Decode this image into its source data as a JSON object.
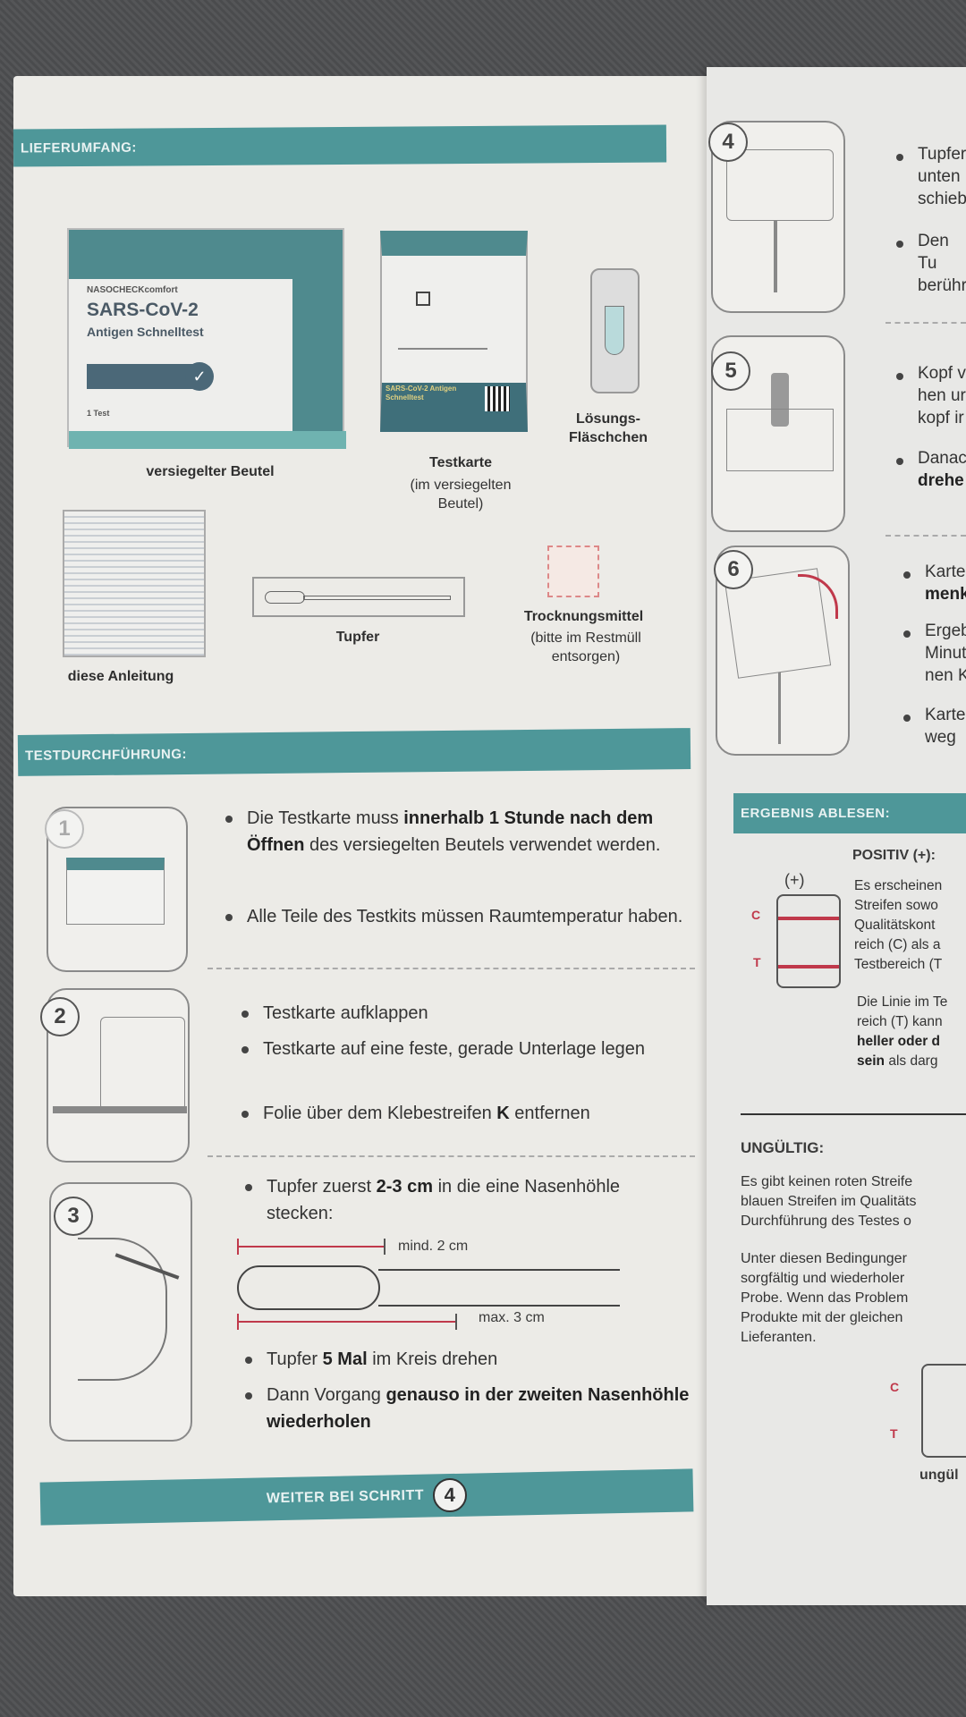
{
  "lieferumfang": {
    "heading": "LIEFERUMFANG:",
    "pouch": {
      "brand": "NASOCHECKcomfort",
      "title": "SARS-CoV-2",
      "subtitle": "Antigen Schnelltest",
      "count": "1 Test",
      "label": "versiegelter Beutel"
    },
    "card": {
      "label": "Testkarte",
      "sub": "(im versiegelten Beutel)",
      "card_text": "SARS-CoV-2 Antigen Schnelltest"
    },
    "vial": {
      "label": "Lösungs- Fläschchen"
    },
    "leaflet": {
      "label": "diese Anleitung"
    },
    "swab": {
      "label": "Tupfer"
    },
    "desiccant": {
      "label": "Trocknungsmittel",
      "sub": "(bitte im Restmüll entsorgen)"
    }
  },
  "testdurchfuehrung": {
    "heading": "TESTDURCHFÜHRUNG:",
    "step1": {
      "num": "1",
      "b1_a": "Die Testkarte muss ",
      "b1_b": "innerhalb 1 Stunde nach dem Öffnen",
      "b1_c": " des versiegelten Beutels verwendet werden.",
      "b2": "Alle Teile des Testkits müssen Raumtemperatur haben."
    },
    "step2": {
      "num": "2",
      "b1": "Testkarte aufklappen",
      "b2": "Testkarte auf eine feste, gerade Unterlage legen",
      "b3_a": "Folie über dem Klebestreifen ",
      "b3_b": "K",
      "b3_c": " entfernen"
    },
    "step3": {
      "num": "3",
      "b1_a": "Tupfer zuerst ",
      "b1_b": "2-3 cm",
      "b1_c": " in die eine Nasenhöhle stecken:",
      "min": "mind. 2 cm",
      "max": "max. 3 cm",
      "b2_a": "Tupfer ",
      "b2_b": "5 Mal",
      "b2_c": " im Kreis drehen",
      "b3_a": "Dann Vorgang ",
      "b3_b": "genauso in der zweiten Nasenhöhle wiederholen"
    },
    "next": {
      "label": "WEITER BEI SCHRITT",
      "num": "4"
    }
  },
  "right": {
    "step4": {
      "num": "4",
      "l1": "Tupfer",
      "l2": "unten",
      "l3": "schieb",
      "l4": "Den Tu",
      "l5": "berühr"
    },
    "step5": {
      "num": "5",
      "l1": "Kopf v",
      "l2": "hen ur",
      "l3": "kopf ir",
      "l4": "Danac",
      "l5": "drehe"
    },
    "step6": {
      "num": "6",
      "l1": "Karte",
      "l2": "menk",
      "l3": "Ergeb",
      "l4": "Minut",
      "l5": "nen K",
      "l6": "Karte",
      "l7": "weg"
    },
    "ergebnis": {
      "heading": "ERGEBNIS ABLESEN:",
      "positiv": "POSITIV (+):",
      "plus": "(+)",
      "c": "C",
      "t": "T",
      "p1": [
        "Es erscheinen",
        "Streifen sowo",
        "Qualitätskont",
        "reich (C) als a",
        "Testbereich (T"
      ],
      "p2a": [
        "Die Linie im Te",
        "reich (T) kann"
      ],
      "p2b": "heller oder d",
      "p2c": "sein",
      "p2d": " als darg",
      "ungueltig": "UNGÜLTIG:",
      "u1": [
        "Es gibt keinen roten Streife",
        "blauen Streifen im Qualitäts",
        "Durchführung des Testes o"
      ],
      "u2": [
        "Unter diesen Bedingunger",
        "sorgfältig und wiederholer",
        "Probe. Wenn das Problem",
        "Produkte mit der gleichen",
        "Lieferanten."
      ],
      "invalid_label": "ungül"
    }
  },
  "colors": {
    "teal": "#4e9799",
    "red": "#c0394b"
  }
}
